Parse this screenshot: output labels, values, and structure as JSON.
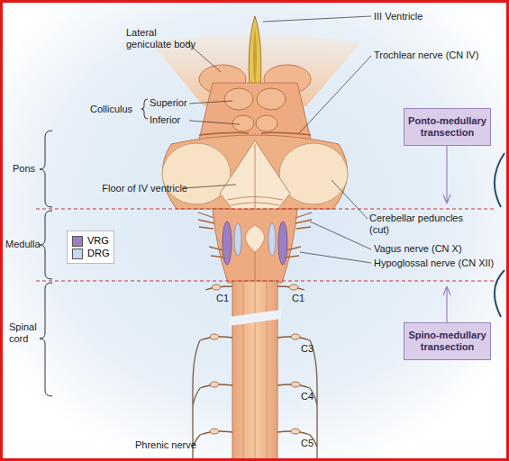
{
  "diagram": {
    "nodes": [
      {
        "text": [
          "Ponto-medullary transection"
        ]
      },
      {
        "text": [
          "Spino-medullary transection"
        ]
      }
    ],
    "labels": [
      "III Ventricle",
      "Lateral geniculate body",
      "Colliculus",
      "Superior",
      "Inferior",
      "Trochlear nerve (CN IV)",
      "Pons",
      "Floor of IV ventricle",
      "Cerebellar peduncles (cut)",
      "Medulla",
      "Vagus nerve (CN X)",
      "Hypoglossal nerve (CN XII)",
      "C1",
      "C1",
      "Spinal cord",
      "C3",
      "C4",
      "C5",
      "Phrenic nerve"
    ],
    "legend": [
      {
        "text": "VRG",
        "color": "#9b7fc2"
      },
      {
        "text": "DRG",
        "color": "#c8d6ef"
      }
    ]
  }
}
